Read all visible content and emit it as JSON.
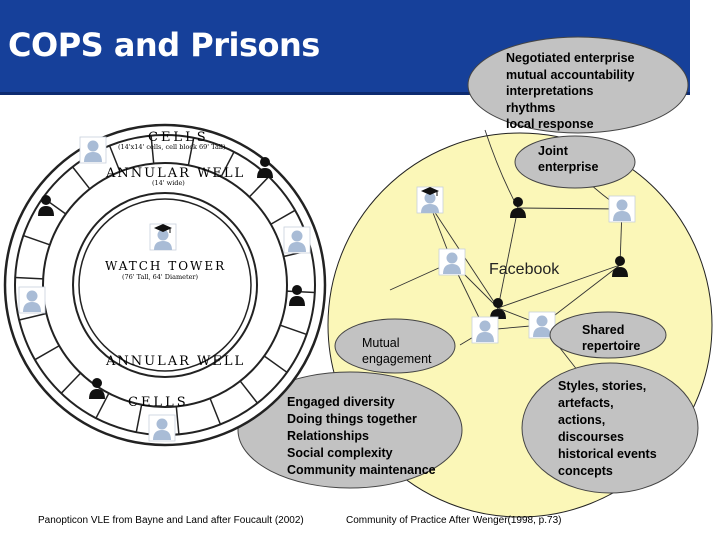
{
  "title": "COPS and Prisons",
  "panopticon": {
    "cells_top": "CELLS",
    "cells_top_sub": "(14'x14' cells, cell block 69' Tall)",
    "annular_well_top": "ANNULAR WELL",
    "annular_well_top_sub": "(14' wide)",
    "watch_tower": "WATCH TOWER",
    "watch_tower_sub": "(76' Tall, 64' Diameter)",
    "annular_well_bottom": "ANNULAR WELL",
    "cells_bottom": "CELLS"
  },
  "community": {
    "negotiated_enterprise": "Negotiated enterprise\nmutual accountability\ninterpretations\nrhythms\nlocal response",
    "joint_enterprise": "Joint\nenterprise",
    "facebook": "Facebook",
    "mutual_engagement": "Mutual\nengagement",
    "shared_repertoire": "Shared\nrepertoire",
    "engaged_diversity": "Engaged diversity\nDoing things together\nRelationships\nSocial complexity\nCommunity maintenance",
    "styles_stories": "Styles, stories,\nartefacts,\nactions,\ndiscourses\nhistorical events\nconcepts"
  },
  "captions": {
    "left": "Panopticon VLE from Bayne and Land after Foucault (2002)",
    "right": "Community of Practice After  Wenger(1998, p.73)"
  },
  "colors": {
    "title_bg": "#16409a",
    "community_fill": "#fbf7b8",
    "bubble_fill": "#c2c2c2",
    "person_light": "#a9bcd6",
    "person_dark": "#111111"
  }
}
